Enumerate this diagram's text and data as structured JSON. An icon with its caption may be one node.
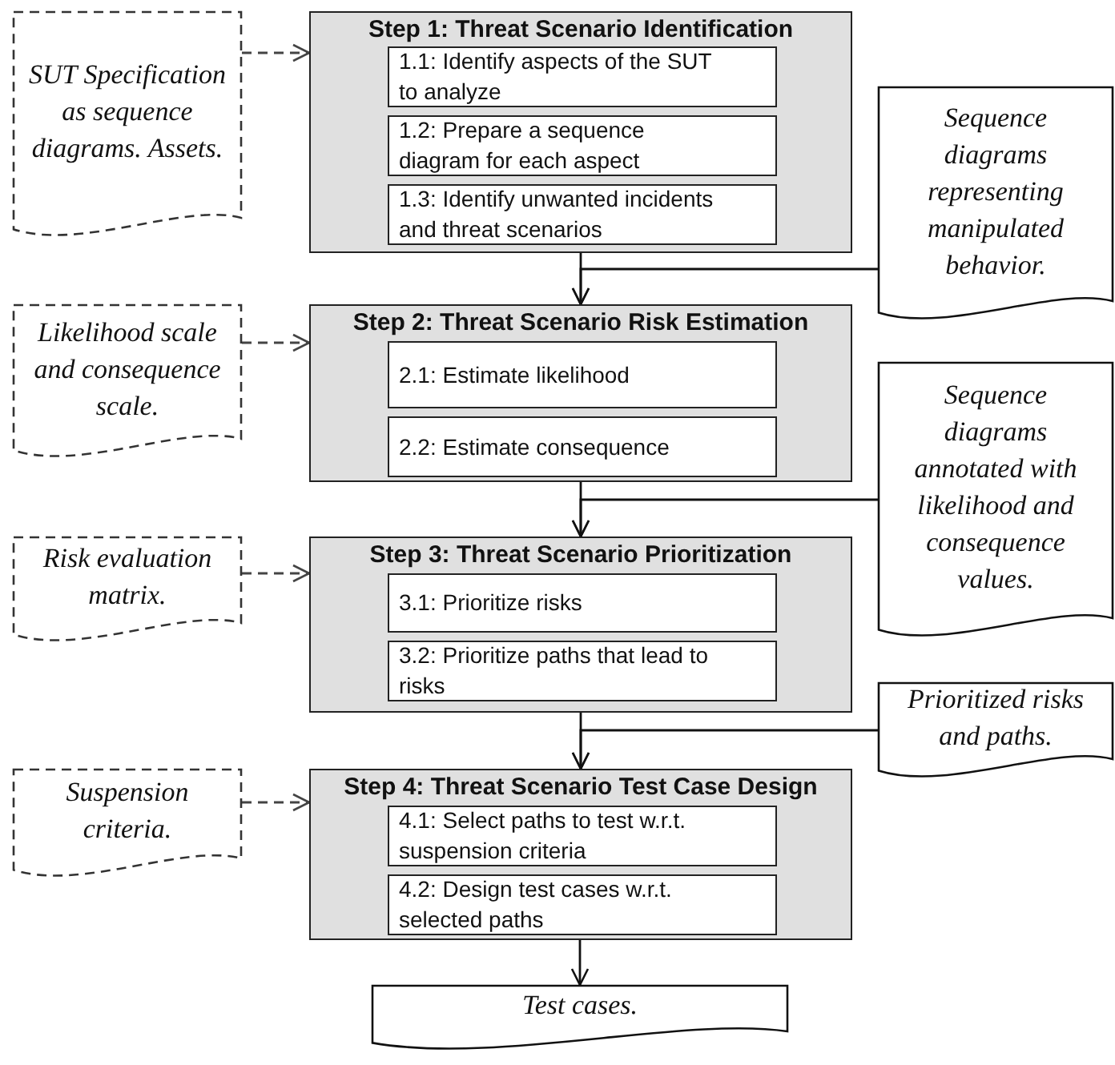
{
  "diagram": {
    "nodes": [
      {
        "text": [
          "SUT Specification as sequence diagrams. Assets."
        ]
      },
      {
        "text": [
          "Step 1: Threat Scenario Identification"
        ]
      },
      {
        "text": [
          "1.1: Identify aspects of the SUT to analyze"
        ],
        "in": 1
      },
      {
        "text": [
          "1.2: Prepare a sequence diagram for each aspect"
        ],
        "in": 1
      },
      {
        "text": [
          "1.3: Identify unwanted incidents and threat scenarios"
        ],
        "in": 1
      },
      {
        "text": [
          "Sequence diagrams representing manipulated behavior."
        ]
      },
      {
        "text": [
          "Likelihood scale and consequence scale."
        ]
      },
      {
        "text": [
          "Step 2: Threat Scenario Risk Estimation"
        ]
      },
      {
        "text": [
          "2.1: Estimate likelihood"
        ],
        "in": 7
      },
      {
        "text": [
          "2.2: Estimate consequence"
        ],
        "in": 7
      },
      {
        "text": [
          "Sequence diagrams annotated with likelihood and consequence values."
        ]
      },
      {
        "text": [
          "Risk evaluation matrix."
        ]
      },
      {
        "text": [
          "Step 3: Threat Scenario Prioritization"
        ]
      },
      {
        "text": [
          "3.1: Prioritize risks"
        ],
        "in": 12
      },
      {
        "text": [
          "3.2: Prioritize paths that lead to risks"
        ],
        "in": 12
      },
      {
        "text": [
          "Prioritized risks and paths."
        ]
      },
      {
        "text": [
          "Suspension criteria."
        ]
      },
      {
        "text": [
          "Step 4: Threat Scenario Test Case Design"
        ]
      },
      {
        "text": [
          "4.1: Select paths to test w.r.t. suspension criteria"
        ],
        "in": 17
      },
      {
        "text": [
          "4.2: Design test cases w.r.t. selected paths"
        ],
        "in": 17
      },
      {
        "text": [
          "Test cases."
        ]
      }
    ],
    "edges": [
      {
        "from": 0,
        "to": 1,
        "arrow": "to",
        "style": "dashed"
      },
      {
        "from": 1,
        "to": 7,
        "arrow": "to"
      },
      {
        "from": 5,
        "to": 7,
        "arrow": "to"
      },
      {
        "from": 6,
        "to": 7,
        "arrow": "to",
        "style": "dashed"
      },
      {
        "from": 7,
        "to": 12,
        "arrow": "to"
      },
      {
        "from": 10,
        "to": 12,
        "arrow": "to"
      },
      {
        "from": 11,
        "to": 12,
        "arrow": "to",
        "style": "dashed"
      },
      {
        "from": 12,
        "to": 17,
        "arrow": "to"
      },
      {
        "from": 15,
        "to": 17,
        "arrow": "to"
      },
      {
        "from": 16,
        "to": 17,
        "arrow": "to",
        "style": "dashed"
      },
      {
        "from": 17,
        "to": 20,
        "arrow": "to"
      }
    ]
  }
}
